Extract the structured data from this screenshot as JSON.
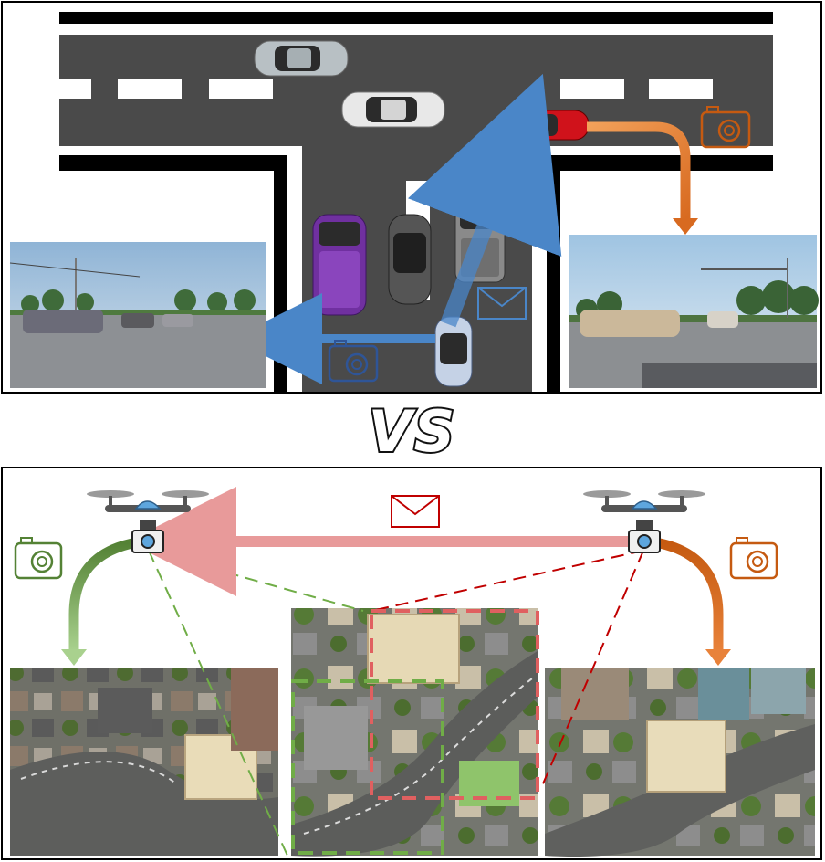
{
  "comparison_label": "VS",
  "colors": {
    "road": "#4a4a4a",
    "lane_mark": "#ffffff",
    "curb": "#000000",
    "v2v_blue": "#4a86c8",
    "camera_blue": "#2f5597",
    "orange": "#e8823a",
    "camera_orange": "#c55a11",
    "green_arrow": "#7fbf55",
    "camera_green": "#548235",
    "pink_message": "#e89a9a",
    "red_message": "#c00000",
    "green_fov": "#70ad47",
    "red_fov": "#c00000"
  },
  "top": {
    "cars": [
      {
        "name": "silver-sedan-top",
        "color": "#b8c0c4"
      },
      {
        "name": "white-sedan",
        "color": "#e8e8e8"
      },
      {
        "name": "red-sports-car",
        "color": "#d0121b"
      },
      {
        "name": "purple-van",
        "color": "#7030a0"
      },
      {
        "name": "dark-gray-car",
        "color": "#555555"
      },
      {
        "name": "pickup-truck",
        "color": "#8a8a8a"
      },
      {
        "name": "ego-car",
        "color": "#c5d2e6"
      }
    ],
    "icons": [
      "camera-icon",
      "envelope-icon"
    ]
  },
  "bottom": {
    "drones": [
      "left-drone",
      "right-drone"
    ],
    "icons": [
      "camera-icon",
      "envelope-icon"
    ]
  }
}
